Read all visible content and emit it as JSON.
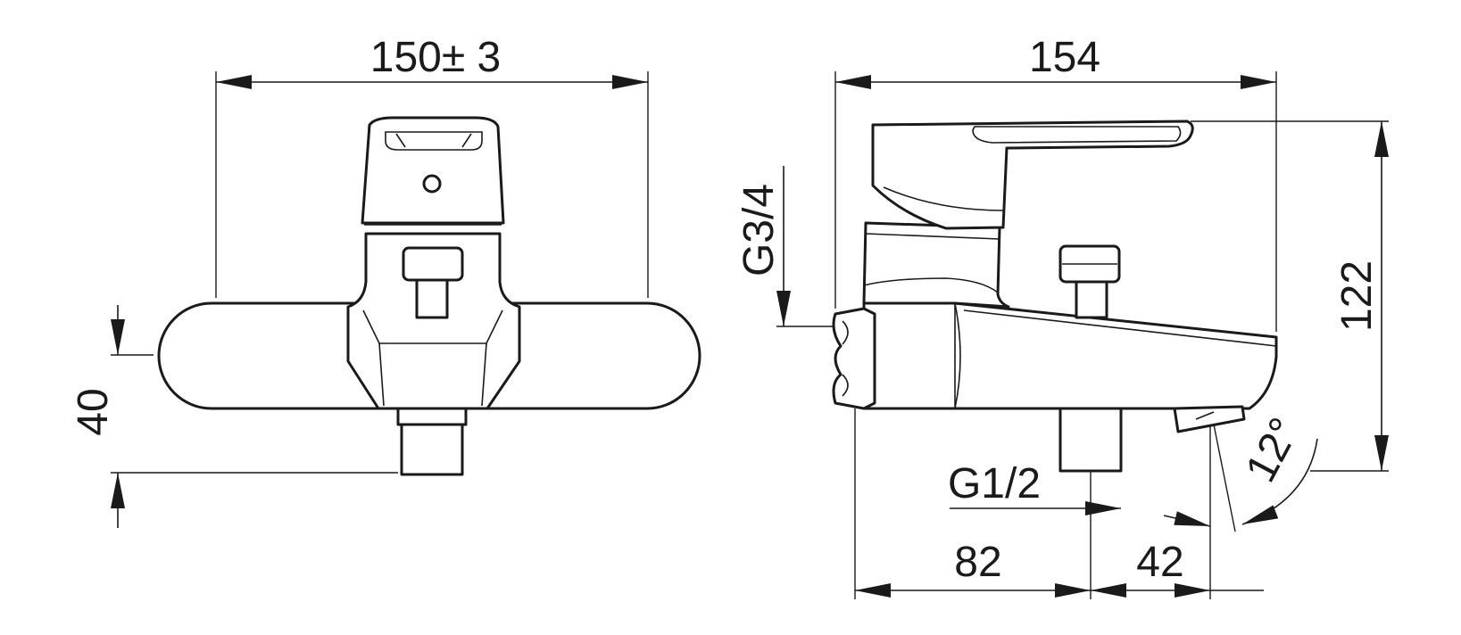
{
  "front_view": {
    "width_dim": "150± 3",
    "height_dim": "40"
  },
  "side_view": {
    "depth_dim": "154",
    "height_dim": "122",
    "inlet_thread": "G3/4",
    "outlet_thread": "G1/2",
    "outlet_offset_dim": "82",
    "spout_offset_dim": "42",
    "spout_angle": "12°"
  },
  "colors": {
    "line": "#1a1a1a",
    "background": "#ffffff"
  }
}
